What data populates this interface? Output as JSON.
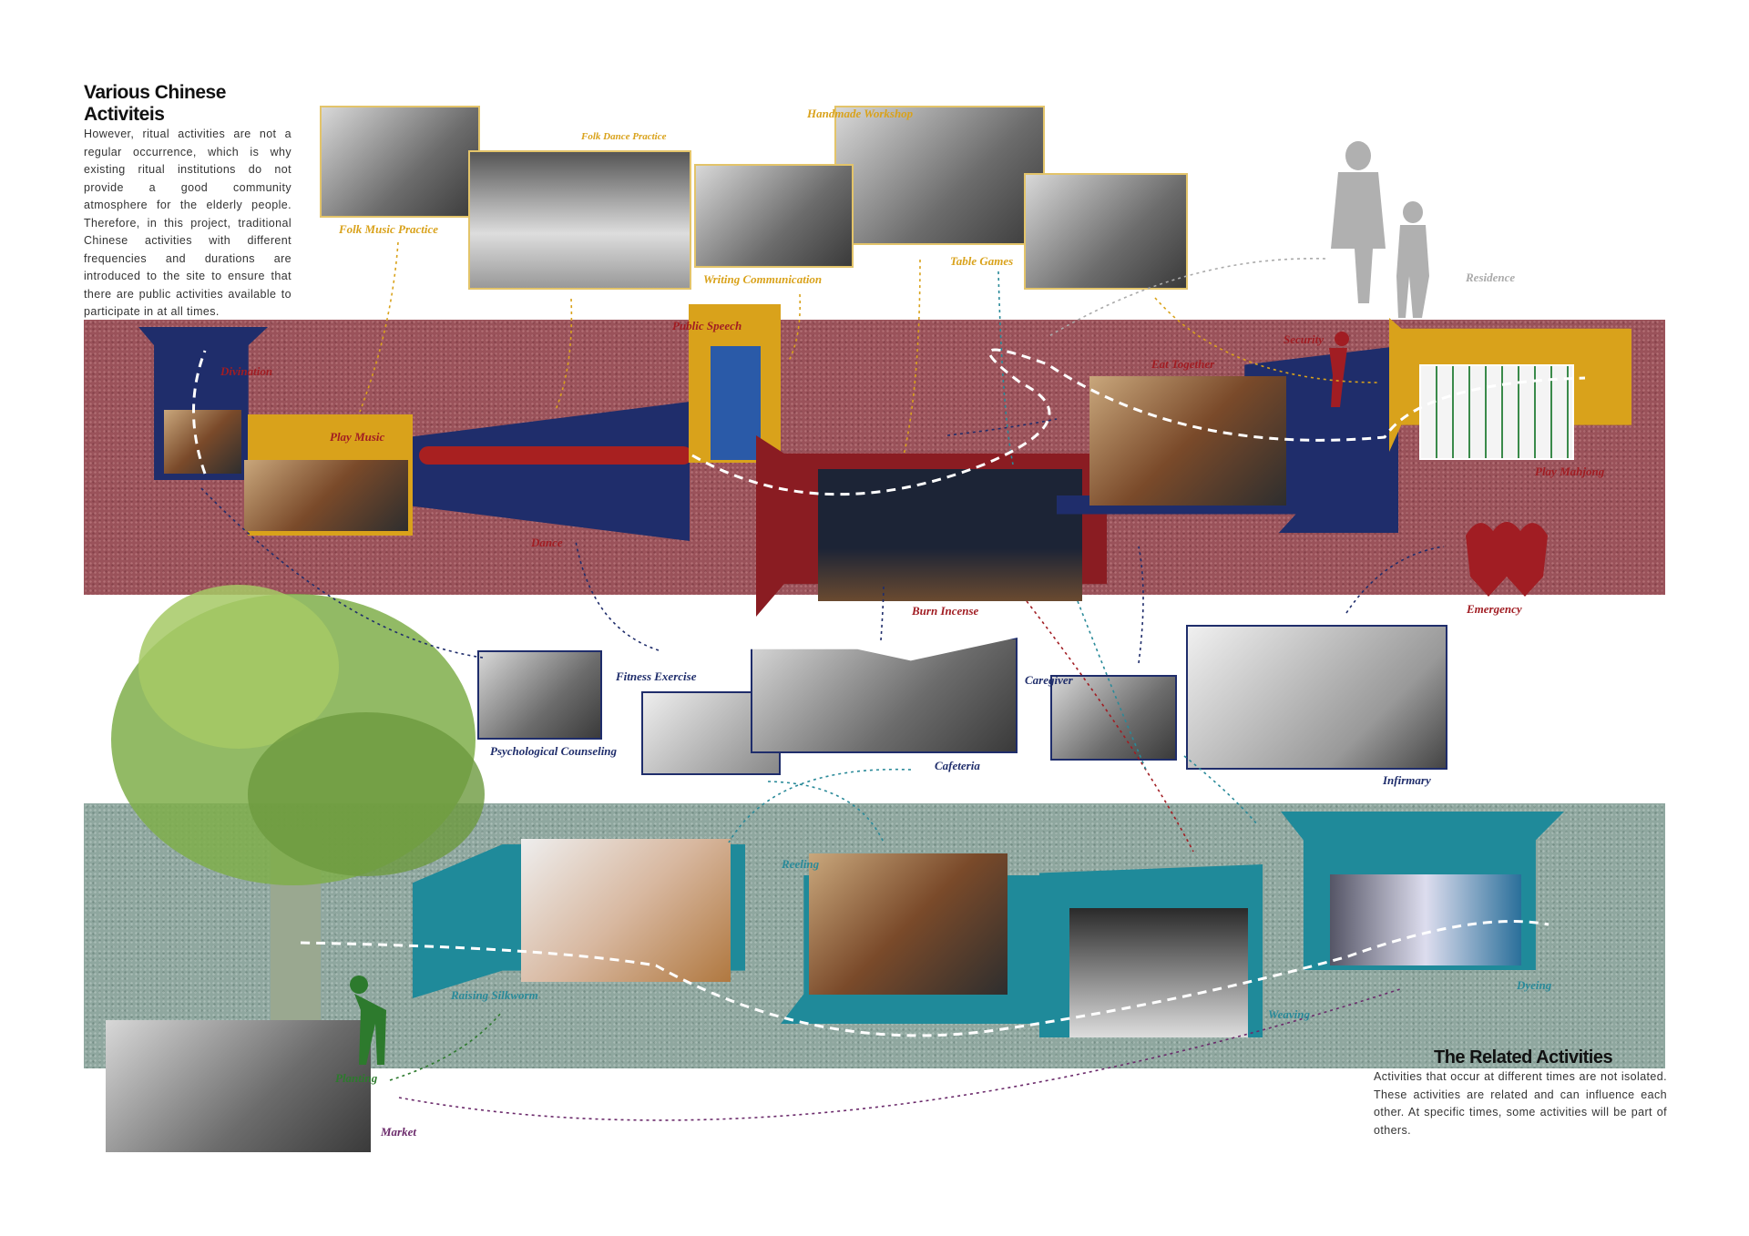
{
  "intro": {
    "title": "Various Chinese Activiteis",
    "text": "However, ritual activities are not a regular occurrence, which is why existing ritual institutions do not provide a good community atmosphere for the elderly people. Therefore, in this project, traditional Chinese activities with different frequencies and durations are introduced to the site to ensure that there are public activities available to participate in at all times."
  },
  "related": {
    "title": "The Related Activities",
    "text": "Activities that occur at different times are not isolated. These activities are related and can influence each other. At specific times, some activities will be part of others."
  },
  "labels": {
    "folk_music": "Folk Music Practice",
    "folk_dance": "Folk Dance Practice",
    "handmade": "Handmade Workshop",
    "writing": "Writing Communication",
    "table_games": "Table Games",
    "residence": "Residence",
    "divination": "Divination",
    "play_music": "Play Music",
    "public_speech": "Public Speech",
    "dance": "Dance",
    "burn_incense": "Burn Incense",
    "eat_together": "Eat Together",
    "security": "Security",
    "play_mahjong": "Play Mahjong",
    "emergency": "Emergency",
    "psych": "Psychological Counseling",
    "fitness": "Fitness Exercise",
    "cafeteria": "Cafeteria",
    "caregiver": "Caregiver",
    "infirmary": "Infirmary",
    "reeling": "Reeling",
    "silkworm": "Raising Silkworm",
    "weaving": "Weaving",
    "dyeing": "Dyeing",
    "planting": "Planting",
    "market": "Market"
  },
  "colors": {
    "gold": "#d9a21b",
    "navy": "#1f2d6b",
    "red": "#a11d23",
    "teal": "#2a8a99",
    "purple": "#6b2a6b",
    "green": "#2d7a2d"
  }
}
